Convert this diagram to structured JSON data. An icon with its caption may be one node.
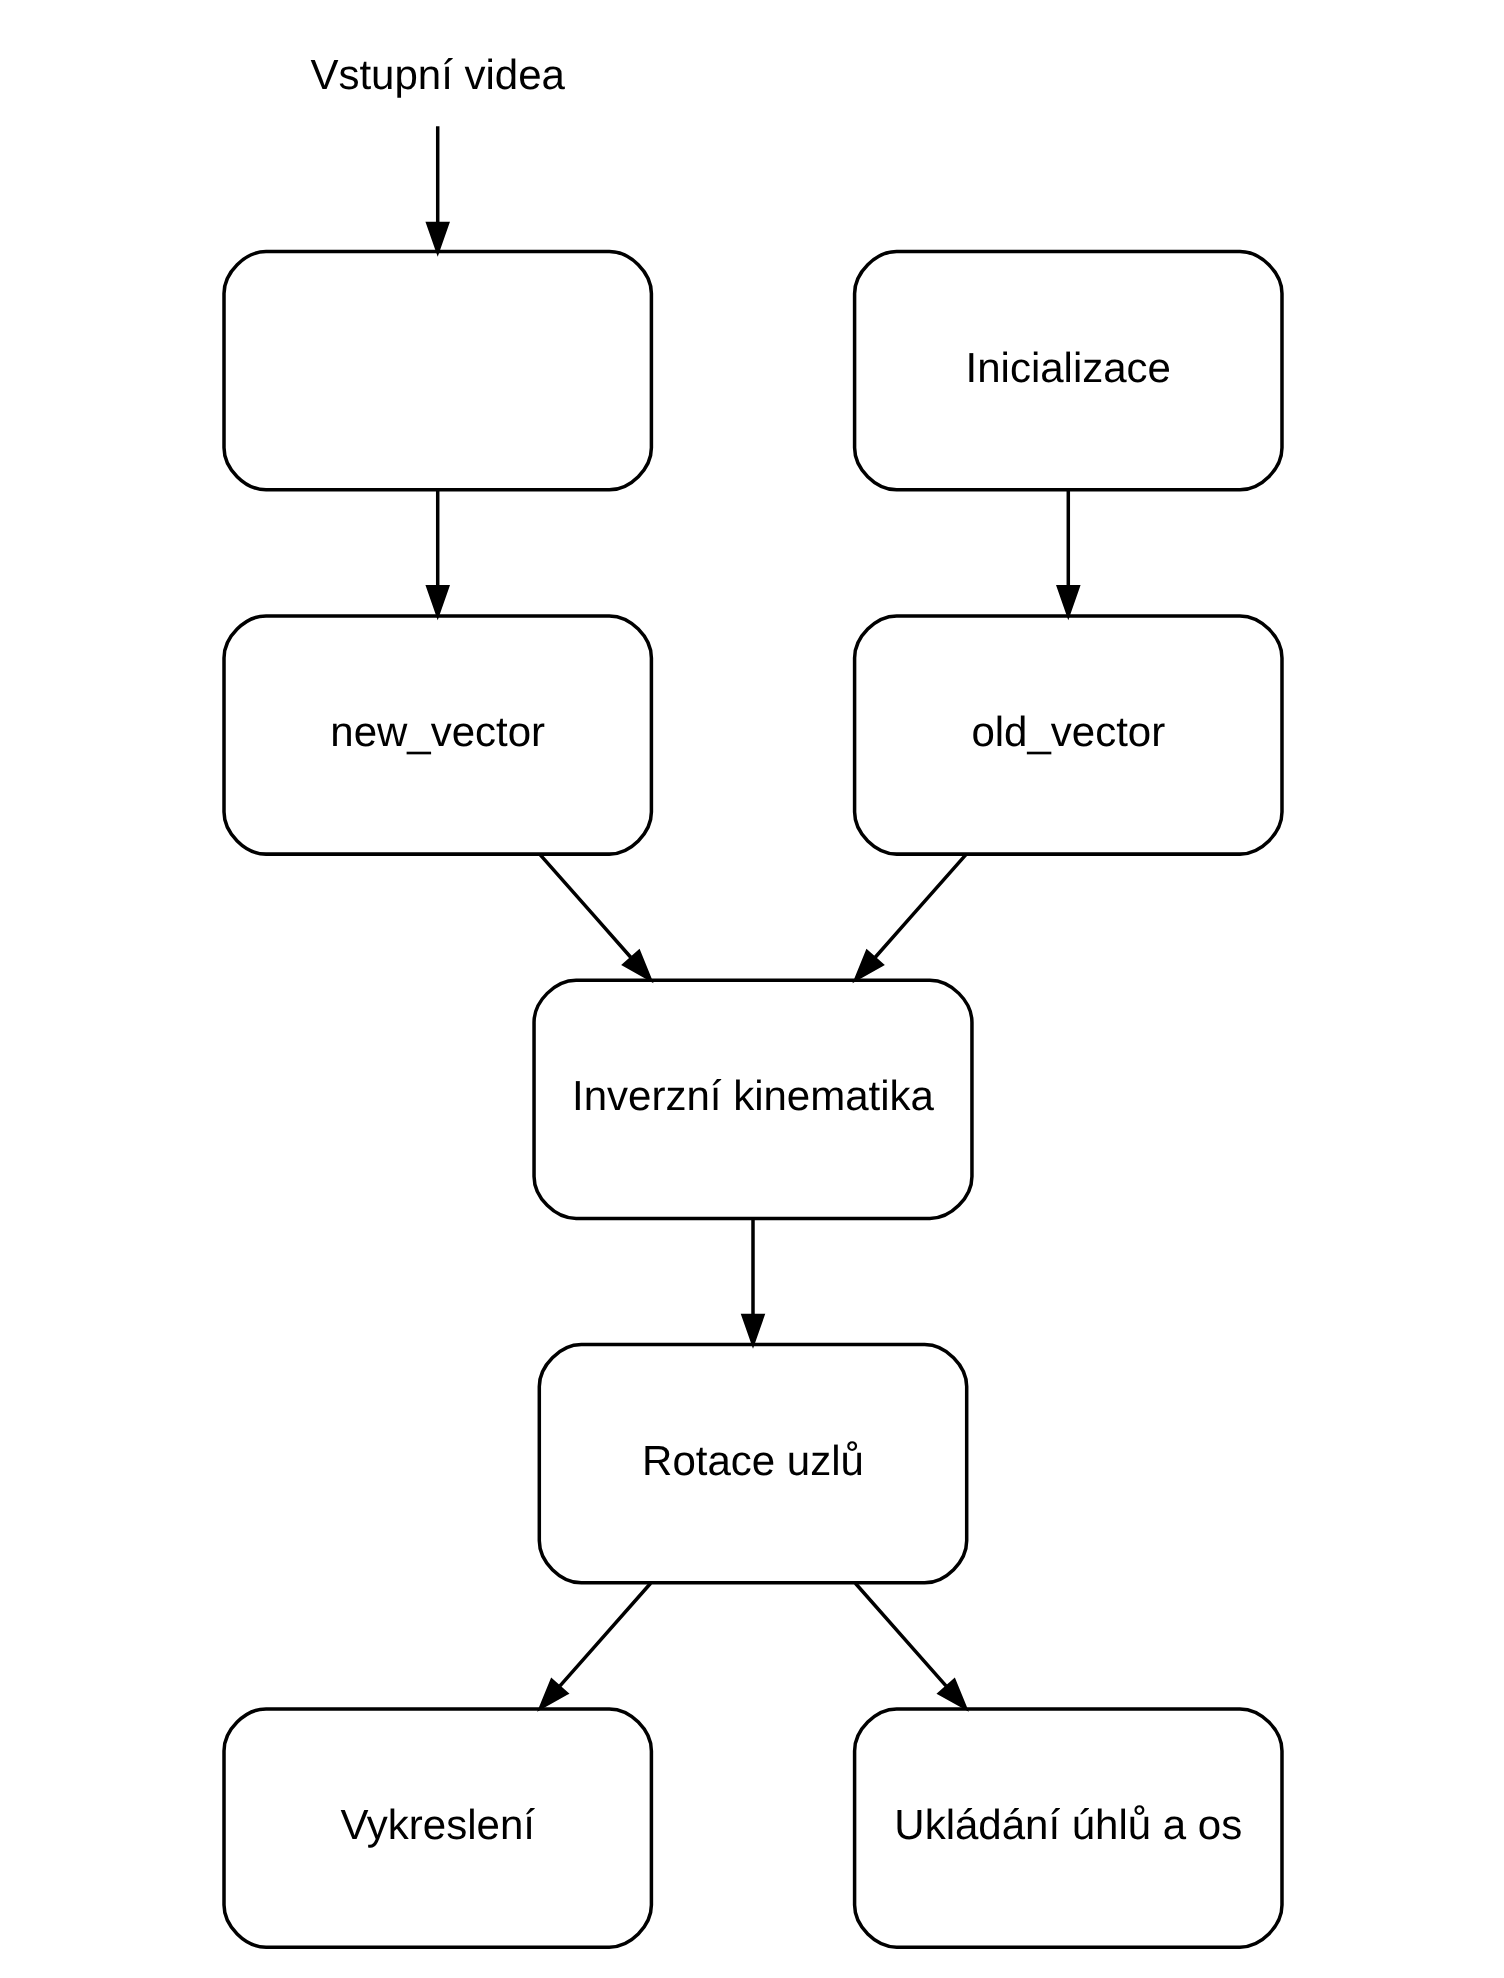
{
  "diagram": {
    "nodes": [
      {
        "text": [
          "Vstupní videa"
        ]
      },
      {
        "text": [],
        "shape": "box"
      },
      {
        "text": [
          "new_vector"
        ]
      },
      {
        "text": [
          "Inicializace"
        ]
      },
      {
        "text": [
          "old_vector"
        ]
      },
      {
        "text": [
          "Inverzní kinematika"
        ]
      },
      {
        "text": [
          "Rotace uzlů"
        ]
      },
      {
        "text": [
          "Vykreslení"
        ]
      },
      {
        "text": [
          "Ukládání úhlů a os"
        ]
      }
    ],
    "edges": [
      {
        "from": 0,
        "to": 1,
        "arrow": "to"
      },
      {
        "from": 1,
        "to": 2,
        "arrow": "to"
      },
      {
        "from": 3,
        "to": 4,
        "arrow": "to"
      },
      {
        "from": 2,
        "to": 5,
        "arrow": "to"
      },
      {
        "from": 4,
        "to": 5,
        "arrow": "to"
      },
      {
        "from": 5,
        "to": 6,
        "arrow": "to"
      },
      {
        "from": 6,
        "to": 7,
        "arrow": "to"
      },
      {
        "from": 6,
        "to": 8,
        "arrow": "to"
      }
    ]
  }
}
